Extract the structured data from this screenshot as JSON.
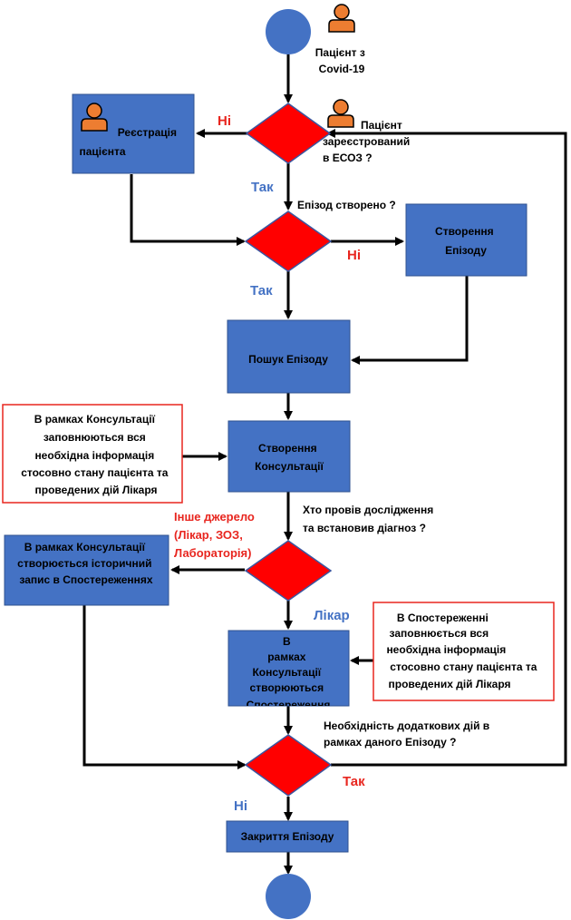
{
  "colors": {
    "box": "#4472C4",
    "diamond": "#FF0000",
    "circle": "#4472C4",
    "person": "#ED7D31",
    "yes": "#4472C4",
    "no": "#E8261F",
    "note_border": "#E8261F"
  },
  "icons": [
    "person-icon"
  ],
  "actors": {
    "covid_patient": [
      "Пацієнт з",
      "Covid-19"
    ],
    "registered_patient": [
      "Пацієнт",
      "зареєстрований",
      "в ЕСОЗ ?"
    ]
  },
  "boxes": {
    "registration": [
      "Реєстрація",
      "пацієнта"
    ],
    "create_episode": [
      "Створення",
      "Епізоду"
    ],
    "search_episode": [
      "Пошук Епізоду"
    ],
    "create_consultation": [
      "Створення",
      "Консультації"
    ],
    "historical_record": [
      "В рамках  Консультації",
      "створюється історичний",
      "запис в Спостереженнях"
    ],
    "create_observations": [
      "В",
      "рамках",
      "Консультації",
      "створюються",
      "Спостереження"
    ],
    "close_episode": [
      "Закриття  Епізоду"
    ]
  },
  "questions": {
    "episode_created": "Епізод створено ?",
    "who_diagnosed": [
      "Хто провів дослідження",
      "та встановив діагноз  ?"
    ],
    "additional_actions": [
      "Необхідність додаткових дій в",
      "рамках даного Епізоду ?"
    ]
  },
  "notes": {
    "consultation_note": [
      "В рамках Консультації",
      "заповнюються вся",
      "необхідна інформація",
      "стосовно стану пацієнта та",
      "проведених дій Лікаря"
    ],
    "observation_note": [
      "В Спостереженні",
      "заповнюється вся",
      "необхідна інформація",
      "стосовно стану пацієнта та",
      "проведених дій Лікаря"
    ]
  },
  "branch_labels": {
    "no_registered": "Ні",
    "yes_registered": "Так",
    "no_episode": "Ні",
    "yes_episode": "Так",
    "other_source": [
      "Інше джерело",
      "(Лікар, ЗОЗ,",
      "Лабораторія)"
    ],
    "doctor": "Лікар",
    "yes_additional": "Так",
    "no_additional": "Ні"
  }
}
